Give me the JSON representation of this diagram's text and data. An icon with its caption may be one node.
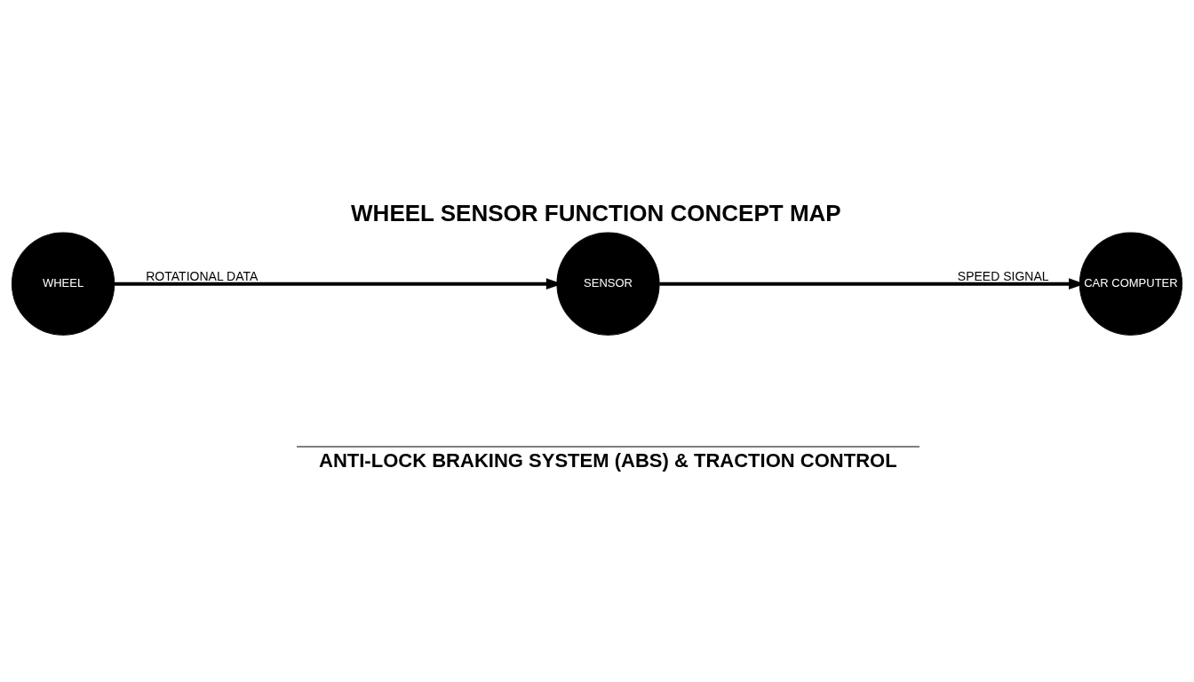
{
  "diagram": {
    "title": "WHEEL SENSOR FUNCTION CONCEPT MAP",
    "caption": "ANTI-LOCK BRAKING SYSTEM (ABS) & TRACTION CONTROL",
    "nodes": [
      {
        "text": [
          "WHEEL"
        ]
      },
      {
        "text": [
          "SENSOR"
        ]
      },
      {
        "text": [
          "CAR COMPUTER"
        ]
      }
    ],
    "edges": [
      {
        "from": 0,
        "to": 1,
        "arrow": "to",
        "label": "ROTATIONAL DATA"
      },
      {
        "from": 1,
        "to": 2,
        "arrow": "to",
        "label": "SPEED SIGNAL"
      }
    ]
  }
}
